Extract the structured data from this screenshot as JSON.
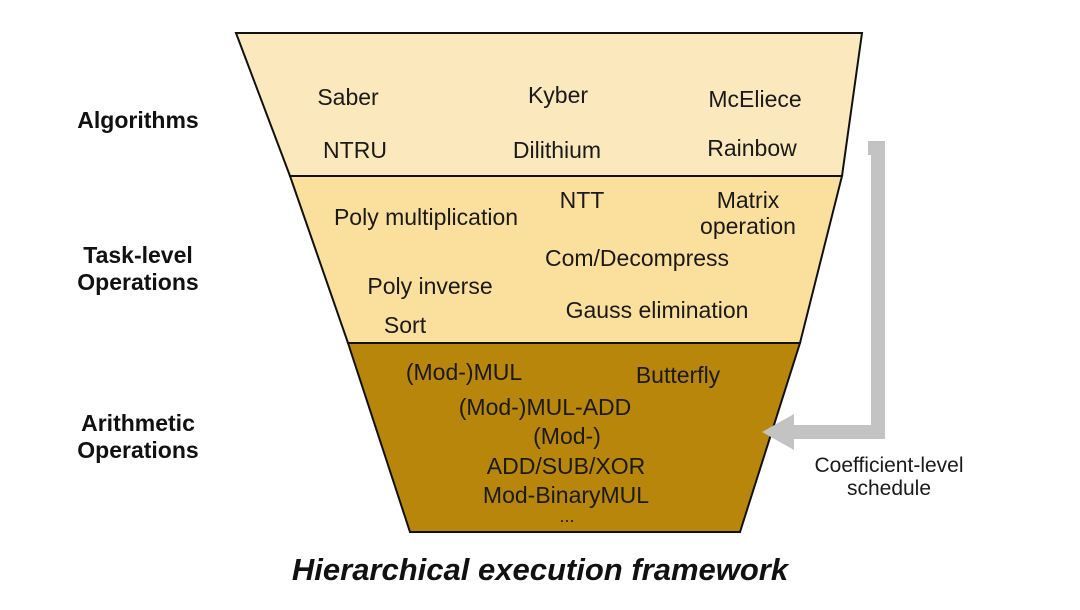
{
  "levels": {
    "algorithms": {
      "label": "Algorithms",
      "items": [
        "Saber",
        "Kyber",
        "McEliece",
        "NTRU",
        "Dilithium",
        "Rainbow"
      ]
    },
    "task": {
      "label": "Task-level\nOperations",
      "items": [
        "Poly multiplication",
        "NTT",
        "Matrix",
        "operation",
        "Com/Decompress",
        "Poly inverse",
        "Sort",
        "Gauss elimination"
      ]
    },
    "arithmetic": {
      "label": "Arithmetic\nOperations",
      "items": [
        "(Mod-)MUL",
        "Butterfly",
        "(Mod-)MUL-ADD",
        "(Mod-)",
        "ADD/SUB/XOR",
        "Mod-BinaryMUL",
        "..."
      ]
    }
  },
  "schedule_note": "Coefficient-level\nschedule",
  "caption": "Hierarchical execution framework",
  "colors": {
    "algorithms_fill": "#fbe8bd",
    "task_fill": "#fbdf9c",
    "arithmetic_fill": "#b8860b",
    "arrow": "#c3c3c3"
  }
}
